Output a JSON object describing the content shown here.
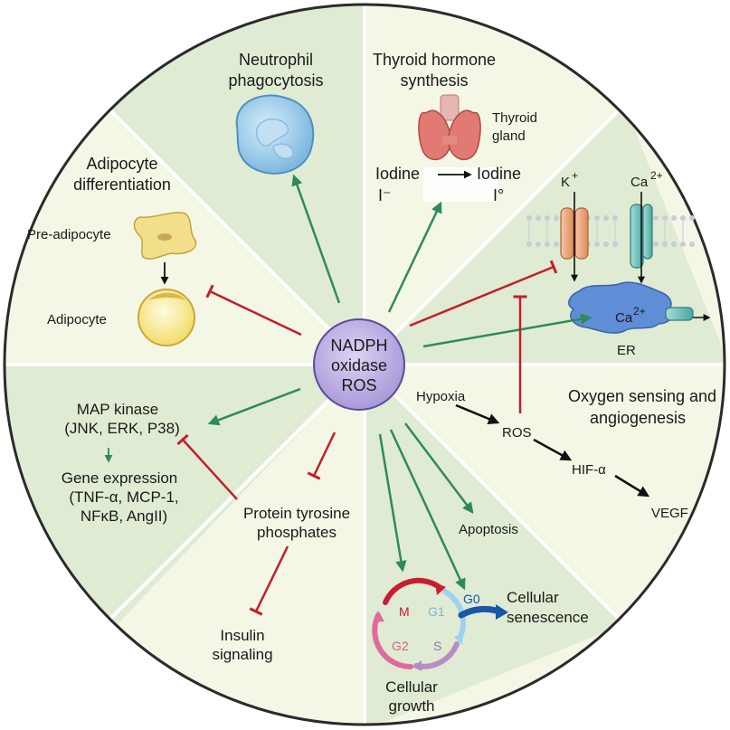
{
  "center": {
    "line1": "NADPH",
    "line2": "oxidase",
    "line3": "ROS"
  },
  "neutrophil": {
    "line1": "Neutrophil",
    "line2": "phagocytosis"
  },
  "thyroid": {
    "title1": "Thyroid hormone",
    "title2": "synthesis",
    "gland1": "Thyroid",
    "gland2": "gland",
    "iodine_left": "Iodine",
    "iodine_left_sym": "I⁻",
    "iodine_right": "Iodine",
    "iodine_right_sym": "I°"
  },
  "channels": {
    "k": "K",
    "k_sup": "+",
    "ca": "Ca",
    "ca_sup": "2+",
    "er_ca": "Ca",
    "er_ca_sup": "2+",
    "er": "ER"
  },
  "adipocyte": {
    "title1": "Adipocyte",
    "title2": "differentiation",
    "pre": "Pre-adipocyte",
    "adipocyte": "Adipocyte"
  },
  "map": {
    "line1": "MAP kinase",
    "line2": "(JNK, ERK, P38)",
    "gene1": "Gene expression",
    "gene2": "(TNF-α, MCP-1,",
    "gene3": "NFκB, AngII)"
  },
  "ptp": {
    "line1": "Protein tyrosine",
    "line2": "phosphates"
  },
  "insulin": {
    "line1": "Insulin",
    "line2": "signaling"
  },
  "oxygen": {
    "title1": "Oxygen sensing and",
    "title2": "angiogenesis",
    "hypoxia": "Hypoxia",
    "ros": "ROS",
    "hif": "HIF-α",
    "vegf": "VEGF"
  },
  "cycle": {
    "apoptosis": "Apoptosis",
    "m": "M",
    "g1": "G1",
    "g0": "G0",
    "s": "S",
    "g2": "G2",
    "senescence1": "Cellular",
    "senescence2": "senescence",
    "growth1": "Cellular",
    "growth2": "growth"
  },
  "colors": {
    "activate": "#2e8b57",
    "inhibit": "#c0202a",
    "sector_light": "#f4f6e6",
    "sector_dark": "#e0ebd4",
    "ring": "#2b2b2b",
    "center_fill": "#c3b7e6"
  }
}
